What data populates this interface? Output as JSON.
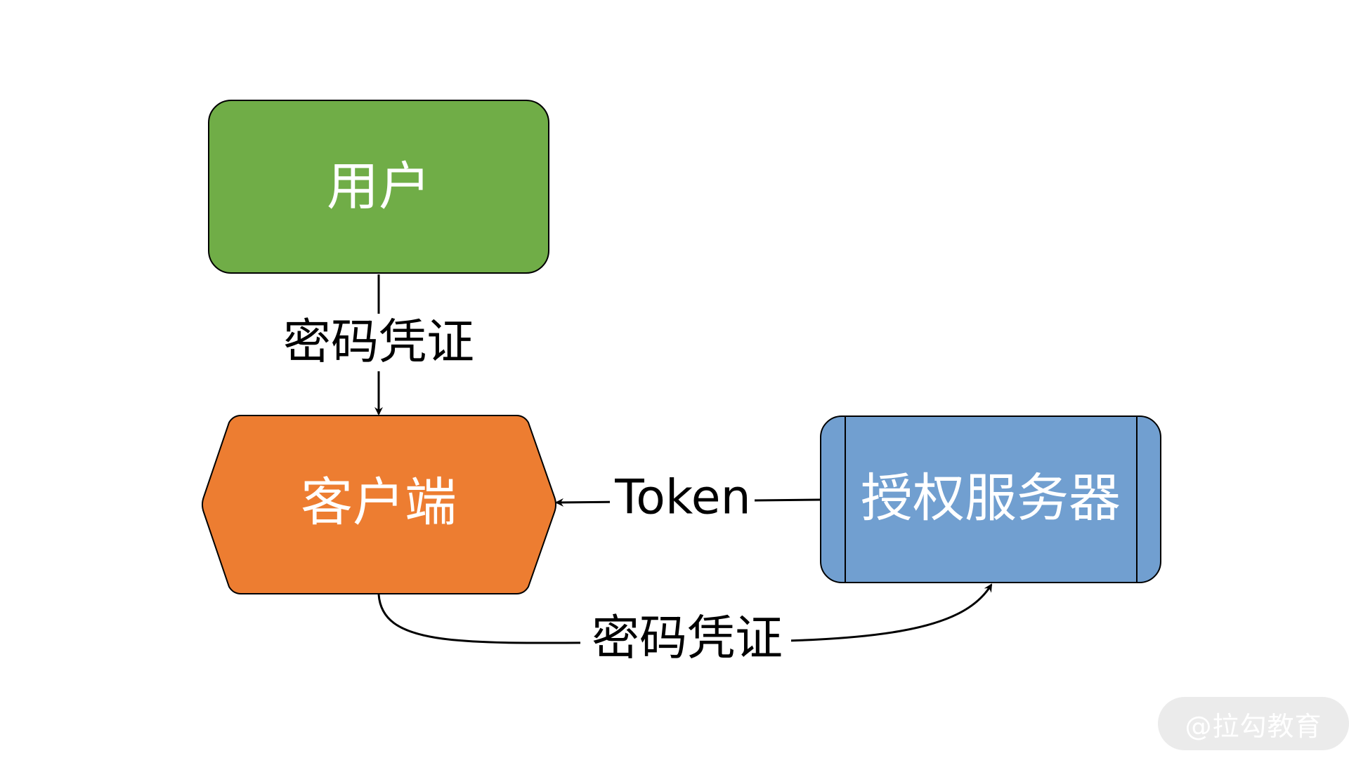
{
  "diagram": {
    "nodes": {
      "user": {
        "label": "用户",
        "fill": "#70ad47"
      },
      "client": {
        "label": "客户端",
        "fill": "#ed7d31"
      },
      "auth_server": {
        "label": "授权服务器",
        "fill": "#719fd0"
      }
    },
    "edges": {
      "user_to_client": {
        "label": "密码凭证"
      },
      "server_to_client": {
        "label": "Token"
      },
      "client_to_server": {
        "label": "密码凭证"
      }
    }
  },
  "watermark": {
    "text": "@拉勾教育"
  }
}
